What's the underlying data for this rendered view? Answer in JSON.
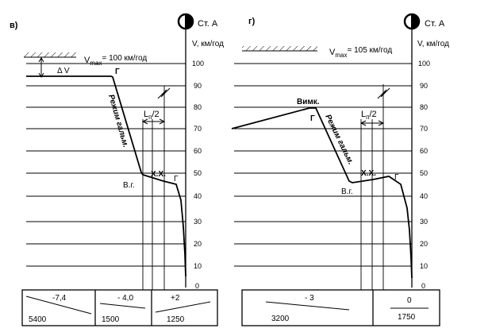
{
  "panels": [
    {
      "letter": "в)",
      "station": "Ст. А",
      "v_label": "V, км/год",
      "vmax_label": "V",
      "vmax_sub": "max",
      "vmax_value": "= 100 км/год",
      "dv_label": "Δ V",
      "brake_mode": "Режим гальм.",
      "vg_label": "В.г.",
      "xx_label": "Х.Х.",
      "g1_label": "Г",
      "g2_label": "Г",
      "ln_label": "L",
      "ln_sub": "п",
      "ln_tail": "/2",
      "speed_ticks": [
        "0",
        "10",
        "20",
        "30",
        "40",
        "50",
        "60",
        "70",
        "80",
        "90",
        "100"
      ],
      "profile": [
        {
          "grade": "-7,4",
          "length": "5400"
        },
        {
          "grade": "- 4,0",
          "length": "1500"
        },
        {
          "grade": "+2",
          "length": "1250"
        }
      ]
    },
    {
      "letter": "г)",
      "station": "Ст. А",
      "v_label": "V, км/год",
      "vmax_label": "V",
      "vmax_sub": "max",
      "vmax_value": "= 105 км/год",
      "vymk_label": "Вимк.",
      "brake_mode": "Режим гальм.",
      "vg_label": "В.г.",
      "xx_label": "Х.Х.",
      "g1_label": "Г",
      "g2_label": "Г",
      "ln_label": "L",
      "ln_sub": "п",
      "ln_tail": "/2",
      "speed_ticks": [
        "0",
        "10",
        "20",
        "30",
        "40",
        "50",
        "60",
        "70",
        "80",
        "90",
        "100"
      ],
      "profile": [
        {
          "grade": "- 3",
          "length": "3200"
        },
        {
          "grade": "0",
          "length": "1750"
        }
      ]
    }
  ]
}
